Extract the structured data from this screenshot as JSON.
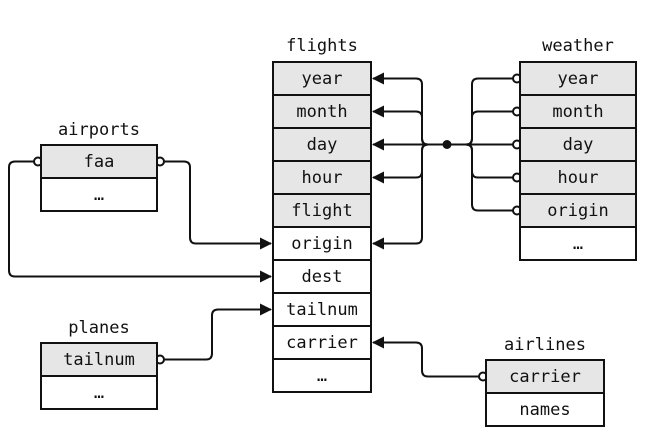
{
  "tables": {
    "flights": {
      "title": "flights",
      "rows": [
        "year",
        "month",
        "day",
        "hour",
        "flight",
        "origin",
        "dest",
        "tailnum",
        "carrier",
        "…"
      ],
      "key_rows": [
        0,
        1,
        2,
        3,
        4
      ]
    },
    "weather": {
      "title": "weather",
      "rows": [
        "year",
        "month",
        "day",
        "hour",
        "origin",
        "…"
      ],
      "key_rows": [
        0,
        1,
        2,
        3,
        4
      ]
    },
    "airports": {
      "title": "airports",
      "rows": [
        "faa",
        "…"
      ],
      "key_rows": [
        0
      ]
    },
    "planes": {
      "title": "planes",
      "rows": [
        "tailnum",
        "…"
      ],
      "key_rows": [
        0
      ]
    },
    "airlines": {
      "title": "airlines",
      "rows": [
        "carrier",
        "names"
      ],
      "key_rows": [
        0
      ]
    }
  },
  "relations": [
    {
      "from": "airports.faa",
      "to": "flights.origin"
    },
    {
      "from": "airports.faa",
      "to": "flights.dest"
    },
    {
      "from": "planes.tailnum",
      "to": "flights.tailnum"
    },
    {
      "from": "airlines.carrier",
      "to": "flights.carrier"
    },
    {
      "from": [
        "weather.year",
        "weather.month",
        "weather.day",
        "weather.hour",
        "weather.origin"
      ],
      "to": [
        "flights.year",
        "flights.month",
        "flights.day",
        "flights.hour",
        "flights.origin"
      ]
    }
  ],
  "colors": {
    "key_fill": "#e6e6e6",
    "plain_fill": "#ffffff",
    "stroke": "#111111"
  }
}
